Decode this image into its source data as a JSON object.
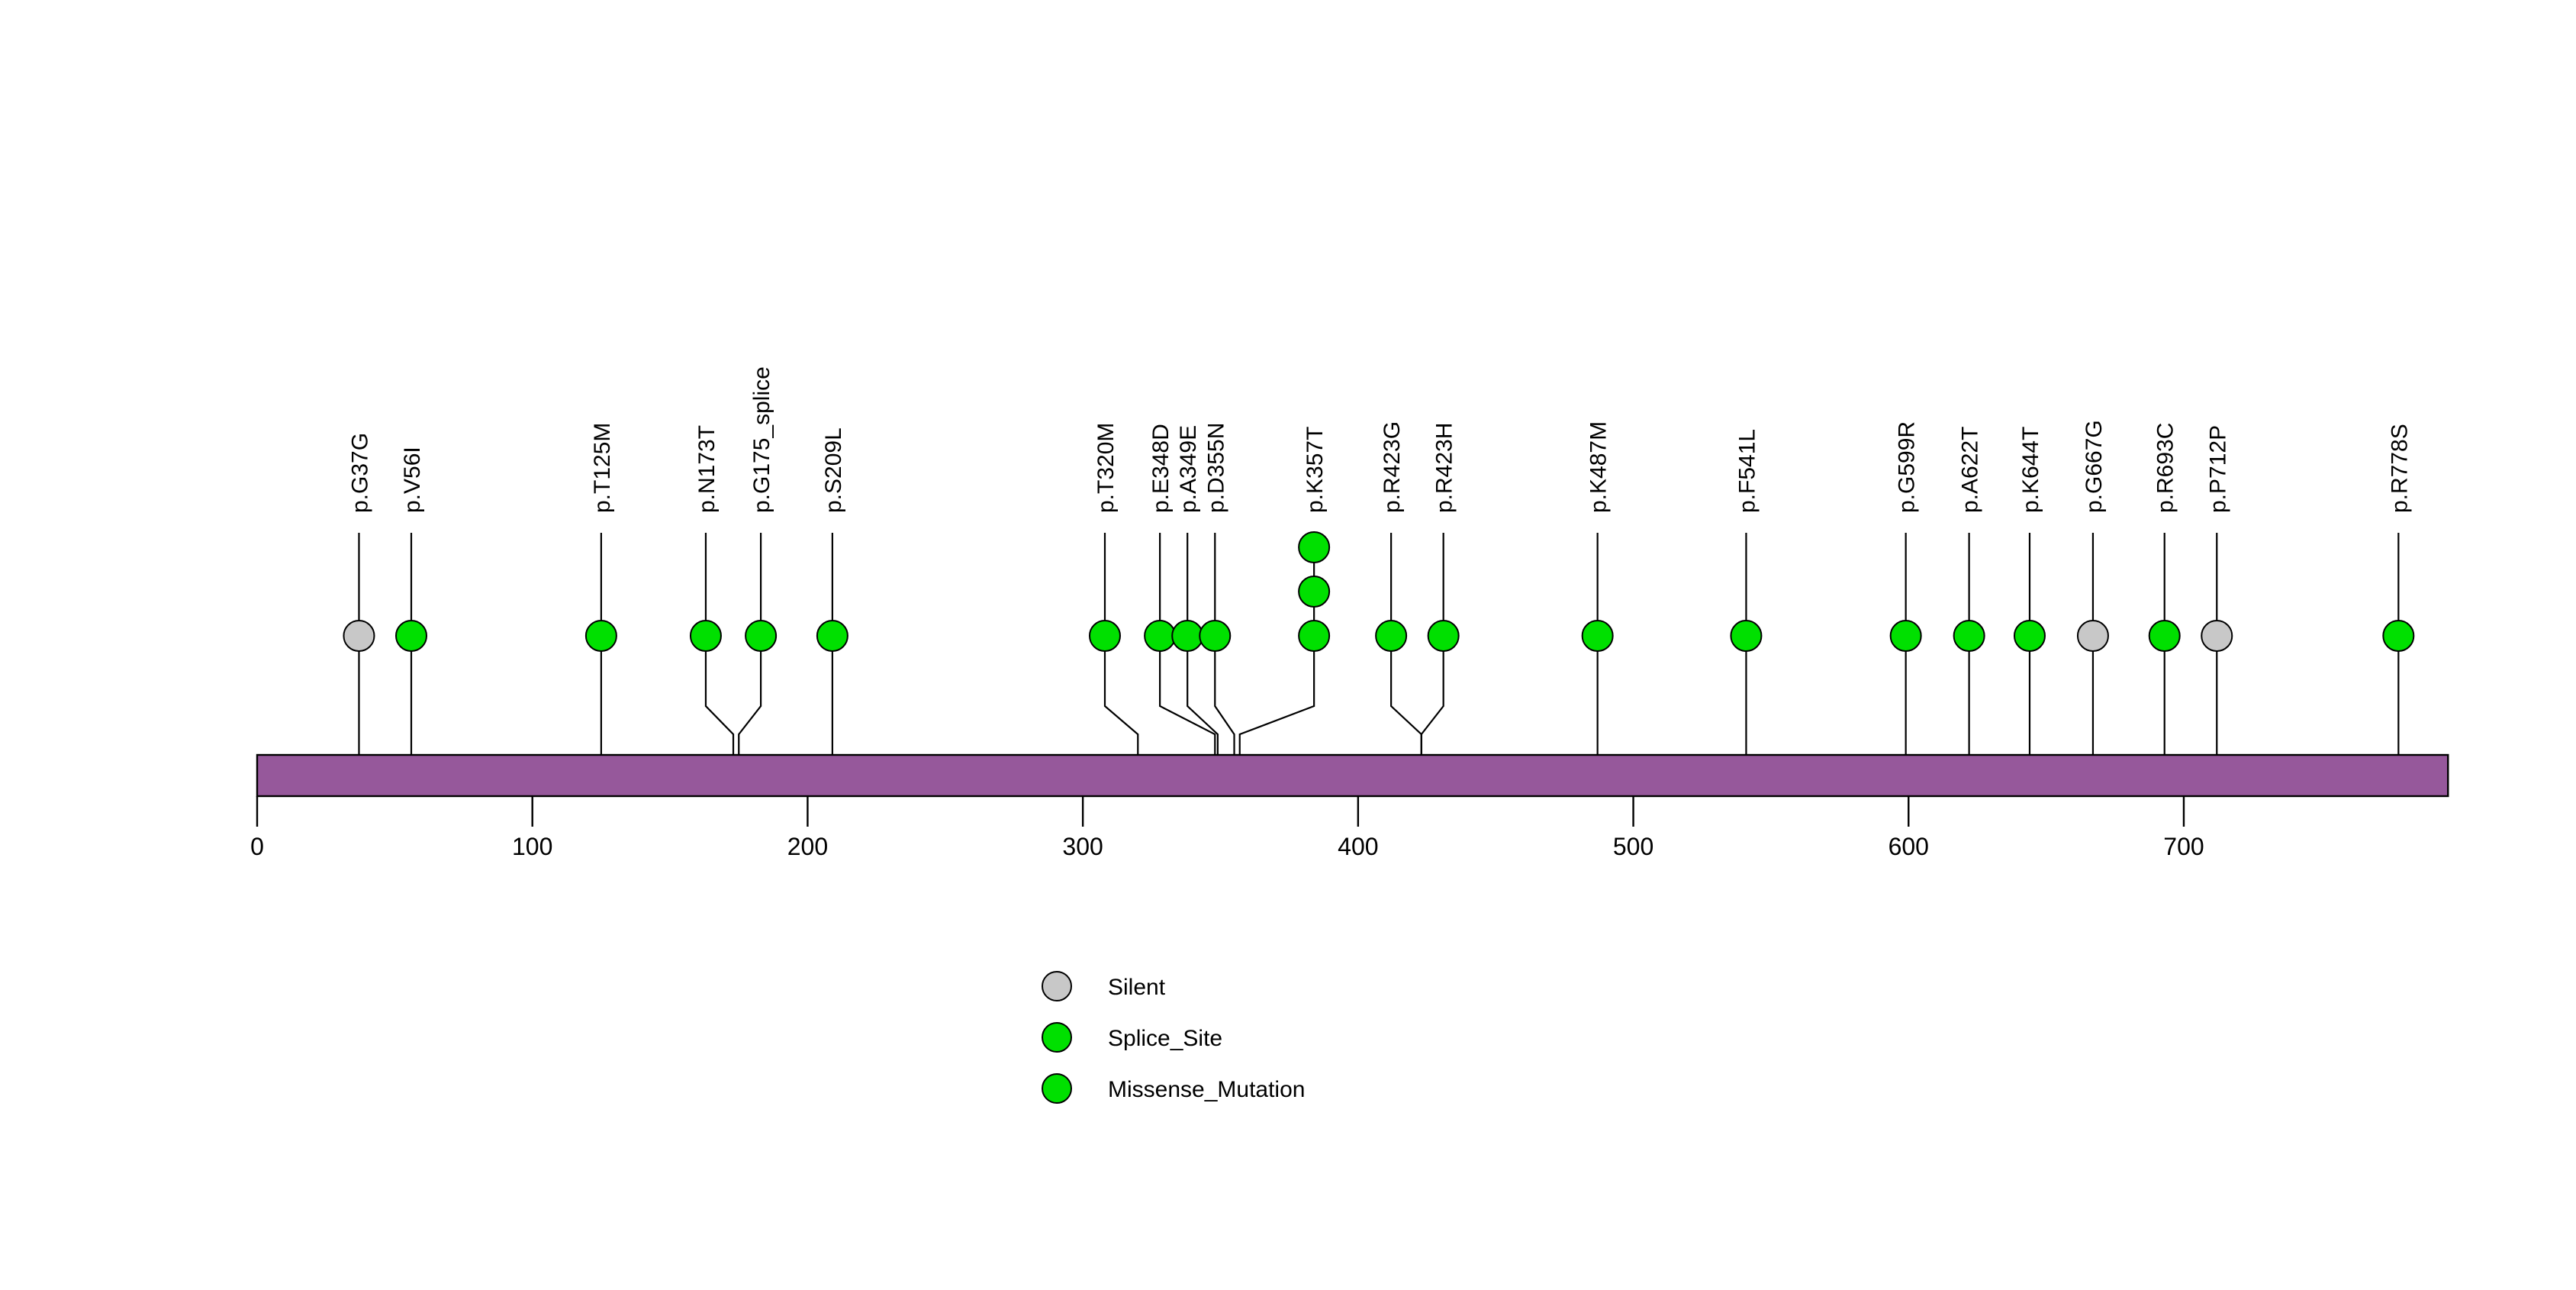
{
  "chart_data": {
    "type": "lollipop",
    "title": "",
    "xlabel": "",
    "ylabel": "",
    "xlim": [
      0,
      796
    ],
    "axis_ticks": [
      {
        "value": 0,
        "label": "0"
      },
      {
        "value": 100,
        "label": "100"
      },
      {
        "value": 200,
        "label": "200"
      },
      {
        "value": 300,
        "label": "300"
      },
      {
        "value": 400,
        "label": "400"
      },
      {
        "value": 500,
        "label": "500"
      },
      {
        "value": 600,
        "label": "600"
      },
      {
        "value": 700,
        "label": "700"
      }
    ],
    "protein_bar": {
      "start": 0,
      "end": 796,
      "color": "#96589B",
      "border_color": "#000000"
    },
    "mutations": [
      {
        "label": "p.G37G",
        "position": 37,
        "label_position": 37,
        "count": 1,
        "type": "Silent",
        "color": "#C8C8C8"
      },
      {
        "label": "p.V56I",
        "position": 56,
        "label_position": 56,
        "count": 1,
        "type": "Missense_Mutation",
        "color": "#00E000"
      },
      {
        "label": "p.T125M",
        "position": 125,
        "label_position": 125,
        "count": 1,
        "type": "Missense_Mutation",
        "color": "#00E000"
      },
      {
        "label": "p.N173T",
        "position": 173,
        "label_position": 163,
        "count": 1,
        "type": "Missense_Mutation",
        "color": "#00E000"
      },
      {
        "label": "p.G175_splice",
        "position": 175,
        "label_position": 183,
        "count": 1,
        "type": "Splice_Site",
        "color": "#00E000"
      },
      {
        "label": "p.S209L",
        "position": 209,
        "label_position": 209,
        "count": 1,
        "type": "Missense_Mutation",
        "color": "#00E000"
      },
      {
        "label": "p.T320M",
        "position": 320,
        "label_position": 308,
        "count": 1,
        "type": "Missense_Mutation",
        "color": "#00E000"
      },
      {
        "label": "p.E348D",
        "position": 348,
        "label_position": 328,
        "count": 1,
        "type": "Missense_Mutation",
        "color": "#00E000"
      },
      {
        "label": "p.A349E",
        "position": 349,
        "label_position": 338,
        "count": 1,
        "type": "Missense_Mutation",
        "color": "#00E000"
      },
      {
        "label": "p.D355N",
        "position": 355,
        "label_position": 348,
        "count": 1,
        "type": "Missense_Mutation",
        "color": "#00E000"
      },
      {
        "label": "p.K357T",
        "position": 357,
        "label_position": 384,
        "count": 3,
        "type": "Missense_Mutation",
        "color": "#00E000"
      },
      {
        "label": "p.R423G",
        "position": 423,
        "label_position": 412,
        "count": 1,
        "type": "Missense_Mutation",
        "color": "#00E000"
      },
      {
        "label": "p.R423H",
        "position": 423,
        "label_position": 431,
        "count": 1,
        "type": "Missense_Mutation",
        "color": "#00E000"
      },
      {
        "label": "p.K487M",
        "position": 487,
        "label_position": 487,
        "count": 1,
        "type": "Missense_Mutation",
        "color": "#00E000"
      },
      {
        "label": "p.F541L",
        "position": 541,
        "label_position": 541,
        "count": 1,
        "type": "Missense_Mutation",
        "color": "#00E000"
      },
      {
        "label": "p.G599R",
        "position": 599,
        "label_position": 599,
        "count": 1,
        "type": "Missense_Mutation",
        "color": "#00E000"
      },
      {
        "label": "p.A622T",
        "position": 622,
        "label_position": 622,
        "count": 1,
        "type": "Missense_Mutation",
        "color": "#00E000"
      },
      {
        "label": "p.K644T",
        "position": 644,
        "label_position": 644,
        "count": 1,
        "type": "Missense_Mutation",
        "color": "#00E000"
      },
      {
        "label": "p.G667G",
        "position": 667,
        "label_position": 667,
        "count": 1,
        "type": "Silent",
        "color": "#C8C8C8"
      },
      {
        "label": "p.R693C",
        "position": 693,
        "label_position": 693,
        "count": 1,
        "type": "Missense_Mutation",
        "color": "#00E000"
      },
      {
        "label": "p.P712P",
        "position": 712,
        "label_position": 712,
        "count": 1,
        "type": "Silent",
        "color": "#C8C8C8"
      },
      {
        "label": "p.R778S",
        "position": 778,
        "label_position": 778,
        "count": 1,
        "type": "Missense_Mutation",
        "color": "#00E000"
      }
    ],
    "legend": {
      "position": "bottom-center",
      "entries": [
        {
          "label": "Silent",
          "color": "#C8C8C8"
        },
        {
          "label": "Splice_Site",
          "color": "#00E000"
        },
        {
          "label": "Missense_Mutation",
          "color": "#00E000"
        }
      ]
    }
  }
}
